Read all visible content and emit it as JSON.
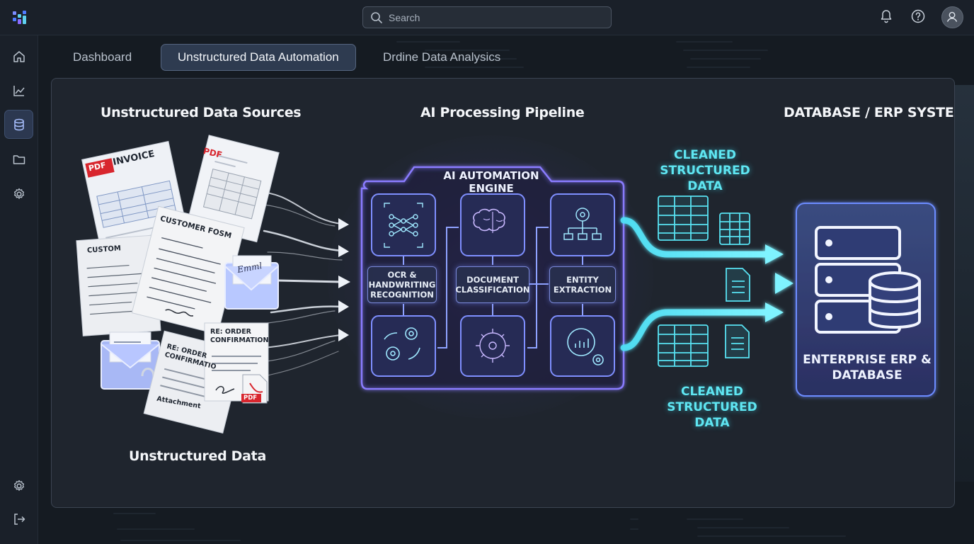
{
  "search": {
    "placeholder": "Search"
  },
  "tabs": [
    {
      "label": "Dashboard",
      "active": false
    },
    {
      "label": "Unstructured Data Automation",
      "active": true
    },
    {
      "label": "Drdine Data Analysics",
      "active": false
    }
  ],
  "sidebar": {
    "items": [
      {
        "icon": "home-icon"
      },
      {
        "icon": "chart-line-icon"
      },
      {
        "icon": "database-icon",
        "active": true
      },
      {
        "icon": "folder-icon"
      },
      {
        "icon": "settings-icon"
      }
    ],
    "bottom": [
      {
        "icon": "settings-icon"
      },
      {
        "icon": "logout-icon"
      }
    ]
  },
  "diagram": {
    "sources_title": "Unstructured Data Sources",
    "pipeline_title": "AI Processing Pipeline",
    "erp_title": "DATABASE / ERP SYSTEM",
    "sources_caption": "Unstructured Data",
    "engine_title": "AI AUTOMATION ENGINE",
    "stages": {
      "ocr": "OCR & HANDWRITING RECOGNITION",
      "classification": "DOCUMENT CLASSIFICATION",
      "extraction": "ENTITY EXTRACTION"
    },
    "output_label_top": "CLEANED STRUCTURED DATA",
    "output_label_bottom": "CLEANED STRUCTURED DATA",
    "erp_label": "ENTERPRISE ERP & DATABASE",
    "documents": {
      "invoice": "INVOICE",
      "pdf_badge": "PDF",
      "pdf_header": "PDF",
      "customer_form": "CUSTOMER FOSM",
      "customer_form_back": "CUSTOM",
      "order_confirmation": "RE: ORDER CONFIRMATION",
      "order_confirmation_back": "RE: ORDER CONFIRMATIO",
      "attachment": "Attachment",
      "pdf_icon": "PDF",
      "email_script": "Emml"
    },
    "colors": {
      "accent_cyan": "#5fe6f2",
      "accent_purple": "#8a6cff",
      "pdf_red": "#d8262e"
    }
  }
}
